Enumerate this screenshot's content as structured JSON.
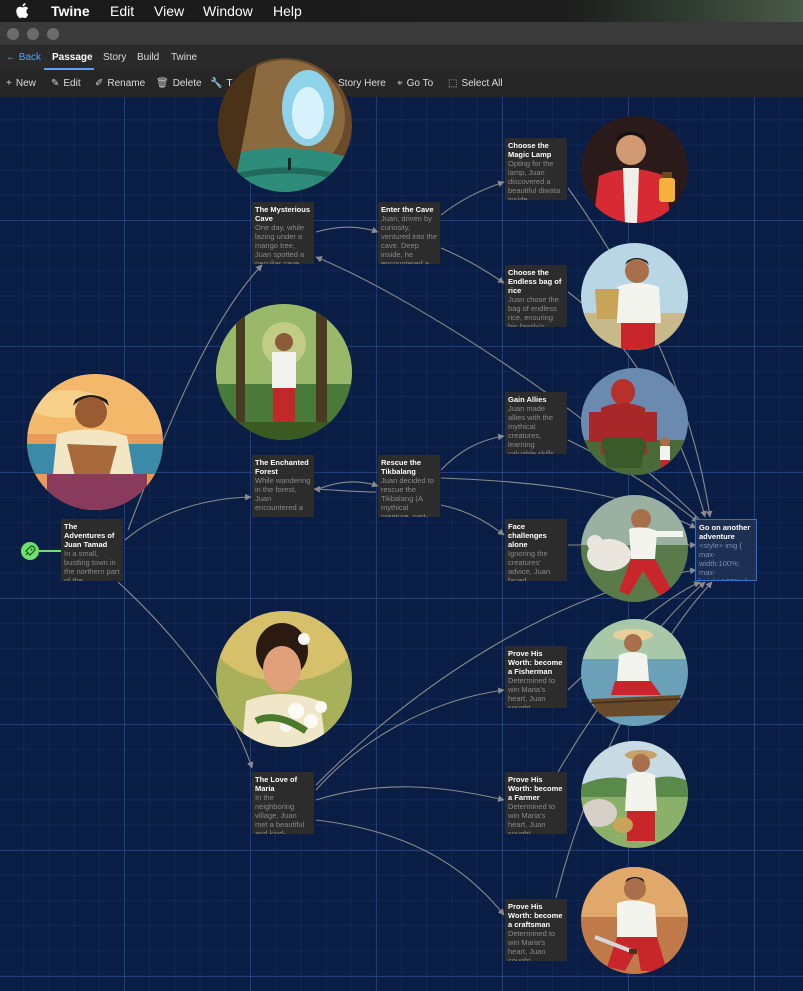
{
  "menubar": {
    "apple_icon": "apple-logo-icon",
    "app": "Twine",
    "items": [
      "Edit",
      "View",
      "Window",
      "Help"
    ]
  },
  "tabs": {
    "back": "Back",
    "items": [
      "Passage",
      "Story",
      "Build",
      "Twine"
    ],
    "active": "Passage"
  },
  "toolbar": {
    "new": "New",
    "edit": "Edit",
    "rename": "Rename",
    "delete": "Delete",
    "test_partial": "T",
    "story_here_partial": "Story Here",
    "goto": "Go To",
    "select_all": "Select All"
  },
  "passages": {
    "adventures": {
      "title": "The Adventures of Juan Tamad",
      "text": "In a small, bustling town in the northern part of the"
    },
    "mysterious_cave": {
      "title": "The Mysterious Cave",
      "text": "One day, while lazing under a mango tree, Juan spotted a peculiar cave"
    },
    "enter_cave": {
      "title": "Enter the Cave",
      "text": "Juan, driven by curiosity, ventured into the cave. Deep inside, he encountered a"
    },
    "magic_lamp": {
      "title": "Choose the Magic Lamp",
      "text": "Opting for the lamp, Juan discovered a beautiful diwata inside"
    },
    "endless_rice": {
      "title": "Choose the Endless bag of rice",
      "text": "Juan chose the bag of endless rice, ensuring his family's"
    },
    "enchanted_forest": {
      "title": "The Enchanted Forest",
      "text": "While wandering in the forest, Juan encountered a"
    },
    "rescue_tikbalang": {
      "title": "Rescue the Tikbalang",
      "text": "Juan decided to rescue the Tikbalang (A mythical creature, part-"
    },
    "gain_allies": {
      "title": "Gain Allies",
      "text": "Juan made allies with the mythical creatures, learning valuable skills"
    },
    "face_challenges": {
      "title": "Face challenges alone",
      "text": "Ignoring the creatures' advice, Juan faced"
    },
    "another_adventure": {
      "title": "Go on another adventure",
      "text": "<style> img { max-width:100%; max-height:100%; }"
    },
    "love_maria": {
      "title": "The Love of Maria",
      "text": "In the neighboring village, Juan met a beautiful and kind-"
    },
    "fisherman": {
      "title": "Prove His Worth: become a Fisherman",
      "text": "Determined to win Maria's heart, Juan sought"
    },
    "farmer": {
      "title": "Prove His Worth: become a Farmer",
      "text": "Determined to win Maria's heart, Juan sought"
    },
    "craftsman": {
      "title": "Prove His Worth: become a craftsman",
      "text": "Determined to win Maria's heart, Juan sought"
    }
  },
  "images": {
    "cave": "cave-illustration",
    "forest_man": "man-in-forest-illustration",
    "juan": "juan-tamad-portrait",
    "maria": "maria-portrait",
    "lamp_man": "man-with-lantern-illustration",
    "rice_man": "man-with-rice-bag-illustration",
    "tikbalang": "tikbalang-creature-illustration",
    "fighter": "man-fighting-bull-illustration",
    "fisherman": "fisherman-on-boat-illustration",
    "farmer": "farmer-with-carabao-illustration",
    "craftsman": "craftsman-with-machete-illustration"
  },
  "start_icon": "rocket-icon",
  "colors": {
    "canvas": "#0a1d44",
    "grid": "#3c6ec8",
    "passage_card": "#2c2c2c",
    "selected_border": "#2f6fd6",
    "start_badge": "#6ee06e",
    "accent": "#5aa0ff"
  }
}
